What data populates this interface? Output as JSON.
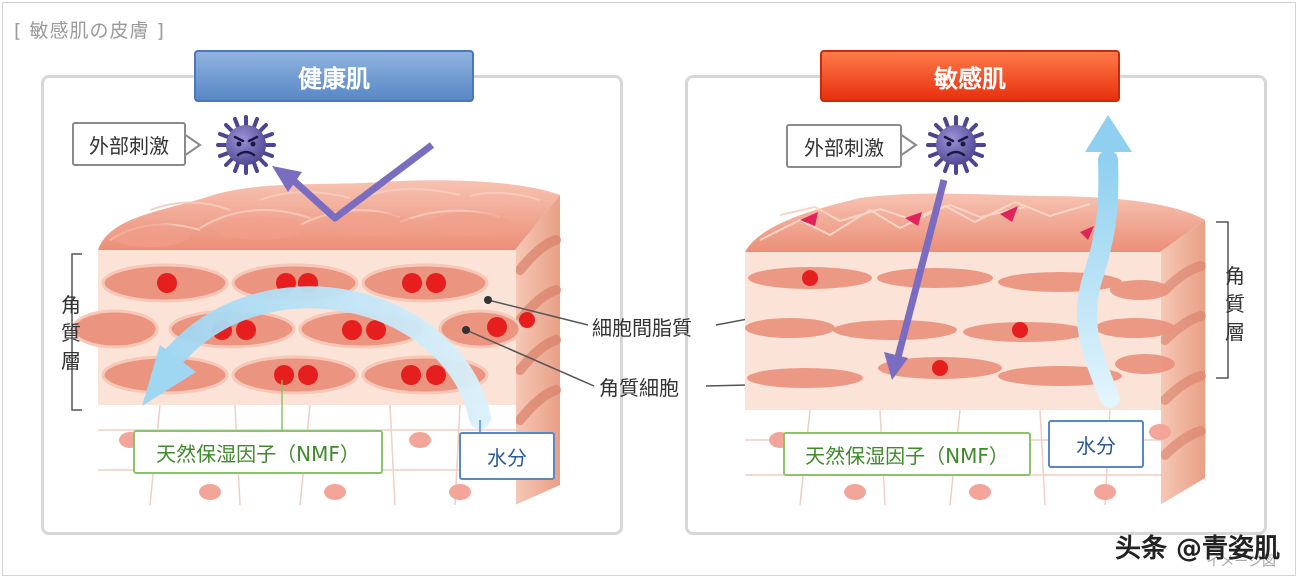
{
  "page_title": "[ 敏感肌の皮膚 ]",
  "left_panel": {
    "banner": "健康肌",
    "stimulus_label": "外部刺激",
    "layer_label": "角質層",
    "nmf_label": "天然保湿因子（NMF）",
    "water_label": "水分"
  },
  "right_panel": {
    "banner": "敏感肌",
    "stimulus_label": "外部刺激",
    "layer_label": "角質層",
    "nmf_label": "天然保湿因子（NMF）",
    "water_label": "水分"
  },
  "center_labels": {
    "lipid": "細胞間脂質",
    "corneocyte": "角質細胞"
  },
  "watermark": "头条 @青姿肌",
  "credit": "イメージ図",
  "colors": {
    "healthy_banner": "#5888c6",
    "sensitive_banner": "#e8300e",
    "skin_surface": "#f2a590",
    "corneocyte": "#e8907c",
    "nucleus": "#e61e1e",
    "arrow_purple": "#7a6cc0",
    "water_arrow": "#a8dcf4"
  },
  "icons": [
    "virus-icon",
    "virus-icon"
  ]
}
